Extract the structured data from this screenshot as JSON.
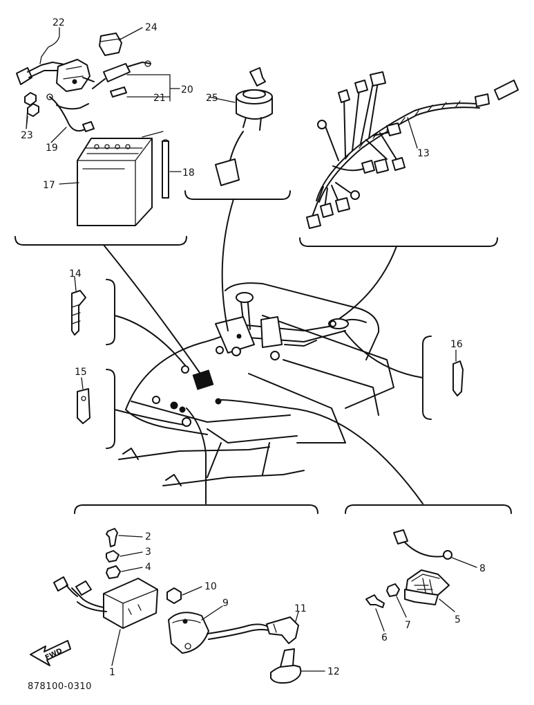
{
  "drawing_code": "878100-0310",
  "fwd_label": "FWD",
  "callouts": {
    "p1": "1",
    "p2": "2",
    "p3": "3",
    "p4": "4",
    "p5": "5",
    "p6": "6",
    "p7": "7",
    "p8": "8",
    "p9": "9",
    "p10": "10",
    "p11": "11",
    "p12": "12",
    "p13": "13",
    "p14": "14",
    "p15": "15",
    "p16": "16",
    "p17": "17",
    "p18": "18",
    "p19": "19",
    "p20": "20",
    "p21": "21",
    "p22": "22",
    "p23": "23",
    "p24": "24",
    "p25": "25"
  }
}
